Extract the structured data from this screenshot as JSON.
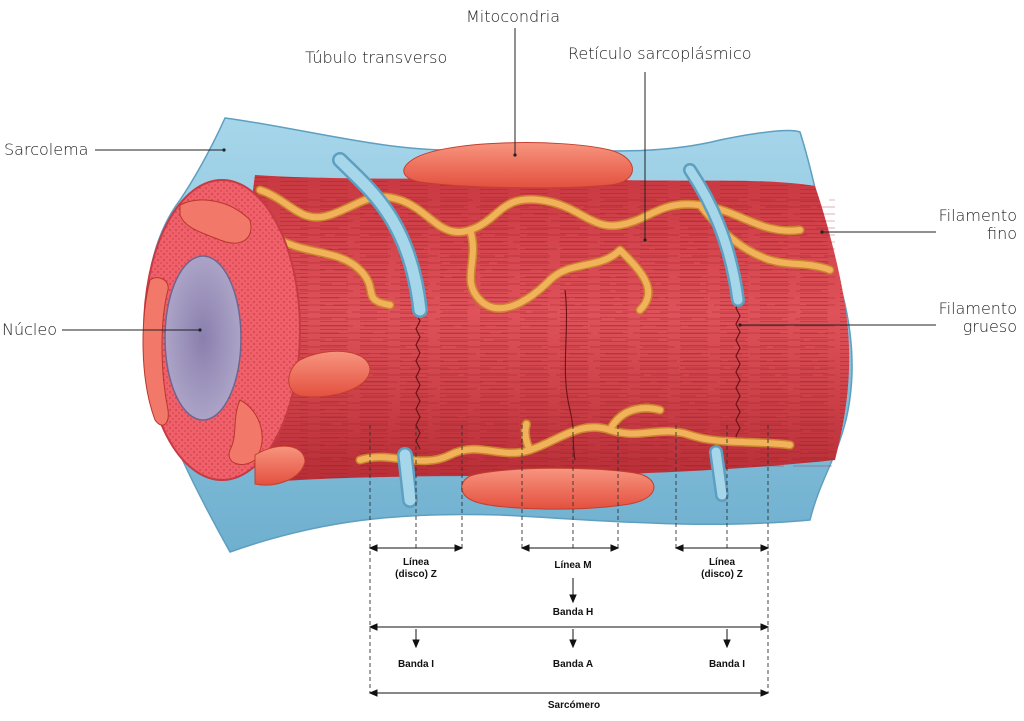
{
  "labels": {
    "sarcolema": "Sarcolema",
    "tubulo": "Túbulo transverso",
    "mitocondria": "Mitocondria",
    "reticulo": "Retículo sarcoplásmico",
    "filamento_fino_1": "Filamento",
    "filamento_fino_2": "fino",
    "nucleo": "Núcleo",
    "filamento_grueso_1": "Filamento",
    "filamento_grueso_2": "grueso"
  },
  "bands": {
    "linea_z_left_1": "Línea",
    "linea_z_left_2": "(disco) Z",
    "linea_m": "Línea M",
    "linea_z_right_1": "Línea",
    "linea_z_right_2": "(disco) Z",
    "banda_h": "Banda H",
    "banda_i_left": "Banda I",
    "banda_a": "Banda A",
    "banda_i_right": "Banda I",
    "sarcomero": "Sarcómero"
  },
  "colors": {
    "sarcolemma": "#8ec6dc",
    "sarcolemma_dark": "#5aa0c0",
    "muscle": "#d8404a",
    "muscle_light": "#ee6a70",
    "reticulum": "#f2b25a",
    "reticulum_dark": "#c98530",
    "mitochondria": "#f06a55",
    "nucleus": "#9a8fb8"
  }
}
